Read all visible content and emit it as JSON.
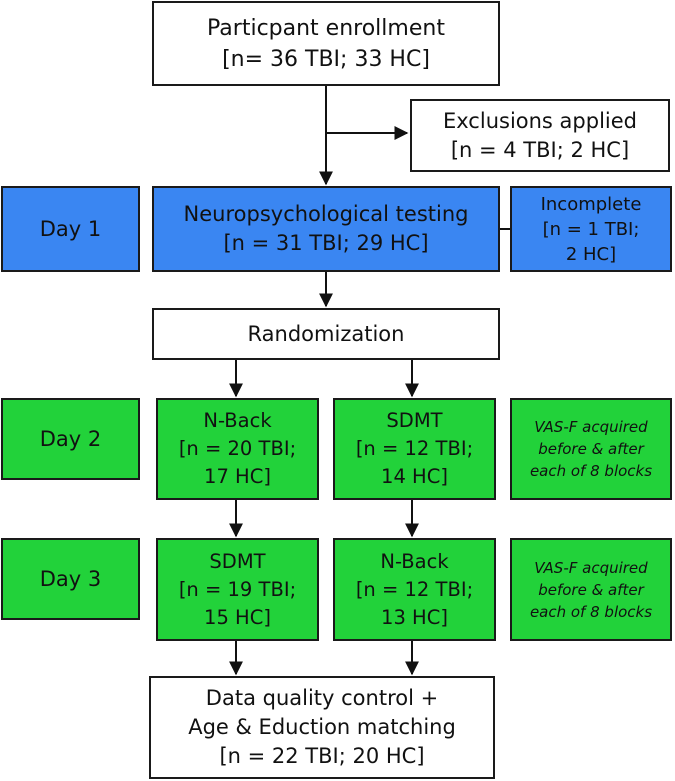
{
  "enrollment": {
    "title": "Particpant enrollment",
    "count": "[n= 36 TBI; 33 HC]"
  },
  "exclusions": {
    "title": "Exclusions applied",
    "count": "[n = 4 TBI; 2 HC]"
  },
  "day1": {
    "label": "Day 1",
    "testing": {
      "title": "Neuropsychological testing",
      "count": "[n = 31 TBI; 29 HC]"
    },
    "incomplete": {
      "title": "Incomplete",
      "line2": "[n = 1 TBI;",
      "line3": "2 HC]"
    }
  },
  "randomization": {
    "title": "Randomization"
  },
  "day2": {
    "label": "Day 2",
    "left": {
      "title": "N-Back",
      "line2": "[n = 20 TBI;",
      "line3": "17 HC]"
    },
    "right": {
      "title": "SDMT",
      "line2": "[n = 12 TBI;",
      "line3": "14 HC]"
    },
    "note": {
      "line1": "VAS-F acquired",
      "line2": "before & after",
      "line3": "each of 8 blocks"
    }
  },
  "day3": {
    "label": "Day 3",
    "left": {
      "title": "SDMT",
      "line2": "[n = 19 TBI;",
      "line3": "15 HC]"
    },
    "right": {
      "title": "N-Back",
      "line2": "[n = 12 TBI;",
      "line3": "13 HC]"
    },
    "note": {
      "line1": "VAS-F acquired",
      "line2": "before & after",
      "line3": "each of 8 blocks"
    }
  },
  "final": {
    "line1": "Data quality control +",
    "line2": "Age & Eduction matching",
    "line3": "[n = 22 TBI; 20 HC]"
  },
  "colors": {
    "blue": "#3a86f2",
    "green": "#22d23a",
    "stroke": "#1a1a1a"
  }
}
